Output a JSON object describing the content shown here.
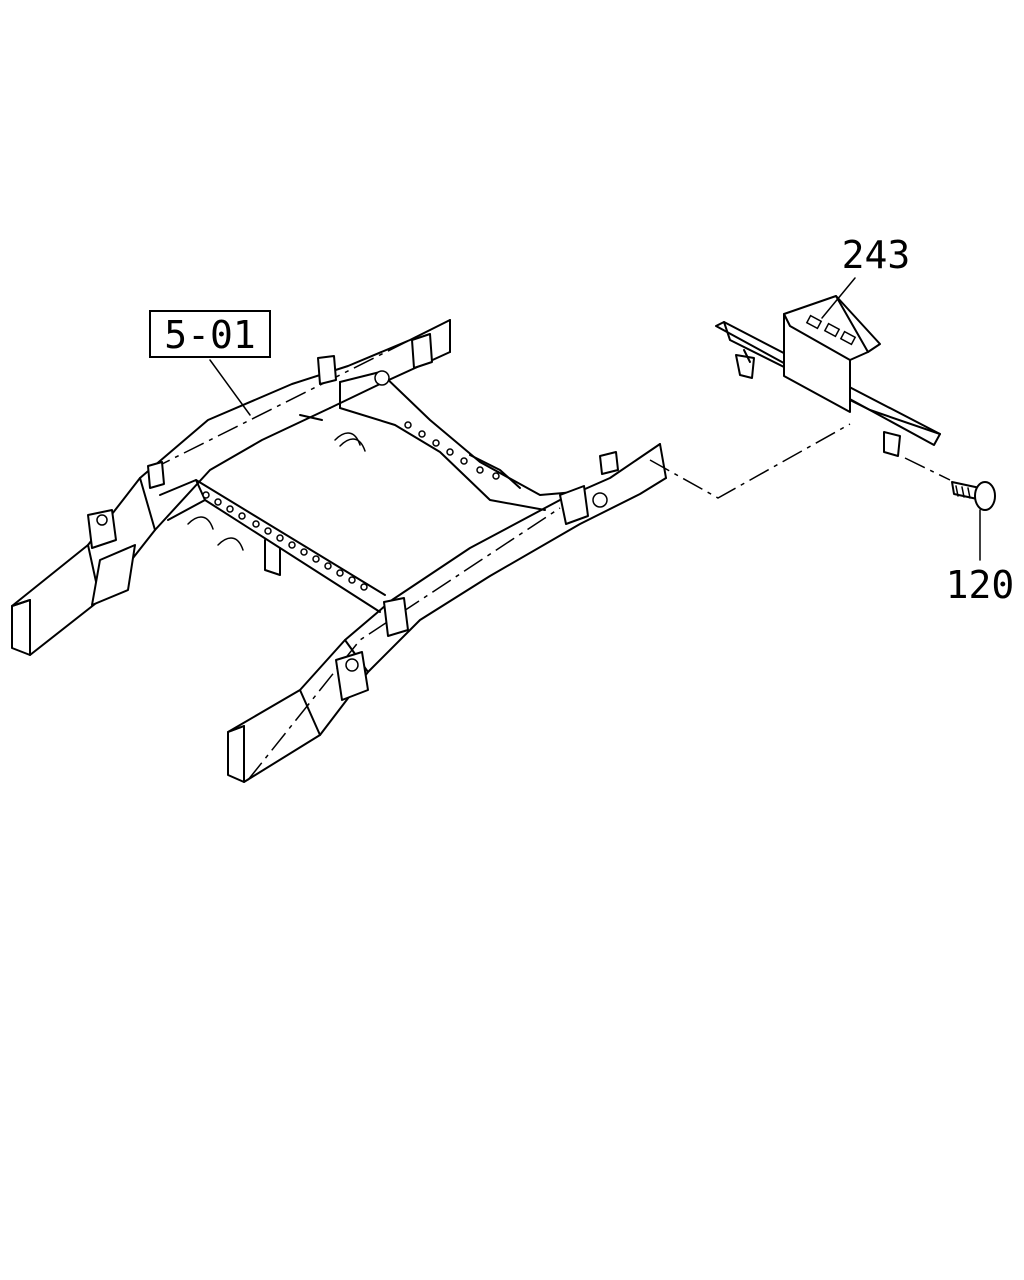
{
  "callouts": {
    "frame_ref": "5-01",
    "bracket_part": "243",
    "bolt_part": "120"
  }
}
